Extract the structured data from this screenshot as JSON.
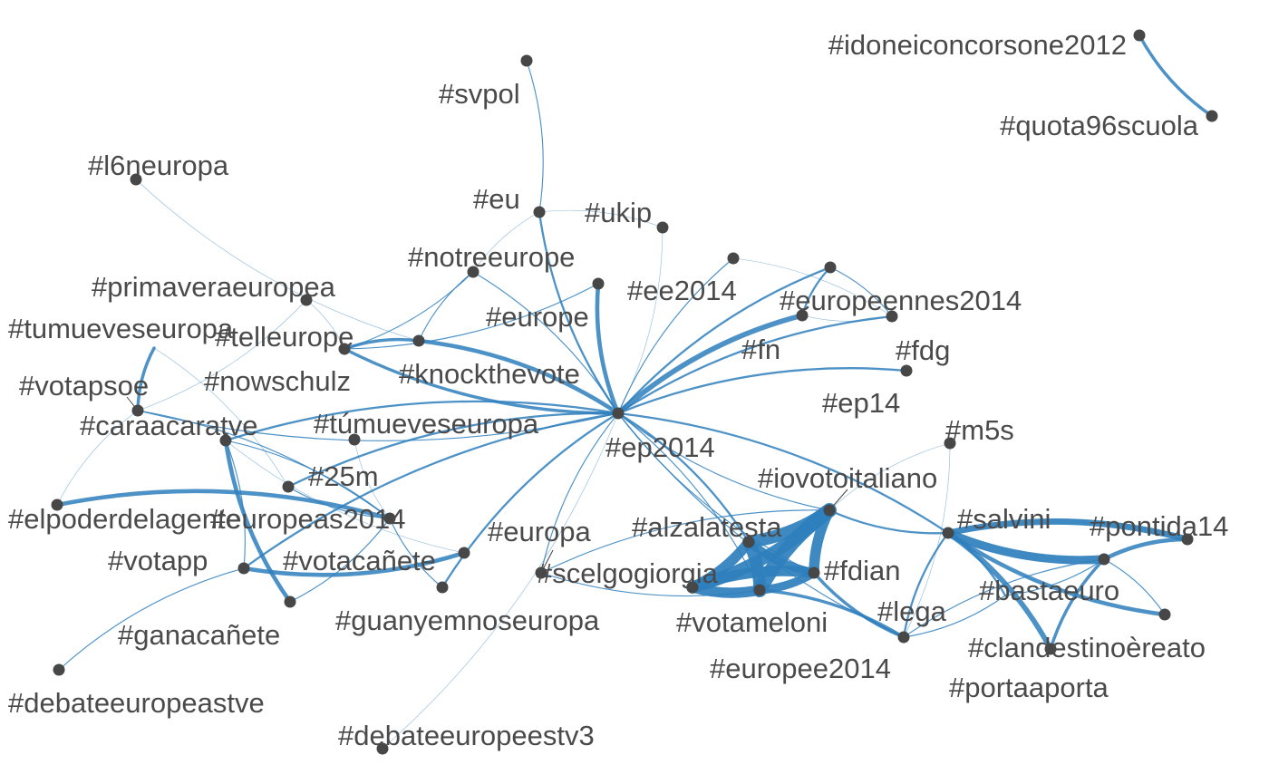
{
  "chart_data": {
    "type": "network",
    "title": "",
    "nodes": [
      {
        "id": "idoneiconcorsone2012",
        "label": "#idoneiconcorsone2012"
      },
      {
        "id": "quota96scuola",
        "label": "#quota96scuola"
      },
      {
        "id": "svpol",
        "label": "#svpol"
      },
      {
        "id": "l6neuropa",
        "label": "#l6neuropa"
      },
      {
        "id": "eu",
        "label": "#eu"
      },
      {
        "id": "ukip",
        "label": "#ukip"
      },
      {
        "id": "notreeurope",
        "label": "#notreeurope"
      },
      {
        "id": "primaveraeuropea",
        "label": "#primaveraeuropea"
      },
      {
        "id": "ee2014",
        "label": "#ee2014"
      },
      {
        "id": "europeennes2014",
        "label": "#europeennes2014"
      },
      {
        "id": "tumueveseuropa",
        "label": "#tumueveseuropa"
      },
      {
        "id": "telleurope",
        "label": "#telleurope"
      },
      {
        "id": "europe",
        "label": "#europe"
      },
      {
        "id": "fn",
        "label": "#fn"
      },
      {
        "id": "fdg",
        "label": "#fdg"
      },
      {
        "id": "knockthevote",
        "label": "#knockthevote"
      },
      {
        "id": "nowschulz",
        "label": "#nowschulz"
      },
      {
        "id": "votapsoe",
        "label": "#votapsoe"
      },
      {
        "id": "ep14",
        "label": "#ep14"
      },
      {
        "id": "caraacaratve",
        "label": "#caraacaratve"
      },
      {
        "id": "tumueveseuropa2",
        "label": "#túmueveseuropa"
      },
      {
        "id": "ep2014",
        "label": "#ep2014"
      },
      {
        "id": "m5s",
        "label": "#m5s"
      },
      {
        "id": "25m",
        "label": "#25m"
      },
      {
        "id": "iovotoitaliano",
        "label": "#iovotoitaliano"
      },
      {
        "id": "elpoderdelagente",
        "label": "#elpoderdelagente"
      },
      {
        "id": "europeas2014",
        "label": "#europeas2014"
      },
      {
        "id": "europa",
        "label": "#europa"
      },
      {
        "id": "alzalatesta",
        "label": "#alzalatesta"
      },
      {
        "id": "salvini",
        "label": "#salvini"
      },
      {
        "id": "pontida14",
        "label": "#pontida14"
      },
      {
        "id": "votapp",
        "label": "#votapp"
      },
      {
        "id": "votacanete",
        "label": "#votacañete"
      },
      {
        "id": "scelgogiorgia",
        "label": "#scelgogiorgia"
      },
      {
        "id": "fdian",
        "label": "#fdian"
      },
      {
        "id": "bastaeuro",
        "label": "#bastaeuro"
      },
      {
        "id": "lega",
        "label": "#lega"
      },
      {
        "id": "guanyemnoseuropa",
        "label": "#guanyemnoseuropa"
      },
      {
        "id": "votameloni",
        "label": "#votameloni"
      },
      {
        "id": "ganacanete",
        "label": "#ganacañete"
      },
      {
        "id": "clandestinoereato",
        "label": "#clandestinoèreato"
      },
      {
        "id": "europee2014",
        "label": "#europee2014"
      },
      {
        "id": "portaaporta",
        "label": "#portaaporta"
      },
      {
        "id": "debateeuropeastve",
        "label": "#debateeuropeastve"
      },
      {
        "id": "debateeuropeestv3",
        "label": "#debateeuropeestv3"
      }
    ],
    "edges": [
      {
        "source": "idoneiconcorsone2012",
        "target": "quota96scuola",
        "weight": 3
      },
      {
        "source": "svpol",
        "target": "eu",
        "weight": 1
      },
      {
        "source": "eu",
        "target": "ep2014",
        "weight": 2
      },
      {
        "source": "eu",
        "target": "ukip",
        "weight": 0.5
      },
      {
        "source": "eu",
        "target": "notreeurope",
        "weight": 0.5
      },
      {
        "source": "ukip",
        "target": "ep2014",
        "weight": 0.5
      },
      {
        "source": "l6neuropa",
        "target": "knockthevote",
        "weight": 0.5
      },
      {
        "source": "notreeurope",
        "target": "telleurope",
        "weight": 1
      },
      {
        "source": "notreeurope",
        "target": "knockthevote",
        "weight": 1
      },
      {
        "source": "notreeurope",
        "target": "ep2014",
        "weight": 1
      },
      {
        "source": "telleurope",
        "target": "ep2014",
        "weight": 3
      },
      {
        "source": "telleurope",
        "target": "knockthevote",
        "weight": 3
      },
      {
        "source": "telleurope",
        "target": "primaveraeuropea",
        "weight": 0.5
      },
      {
        "source": "knockthevote",
        "target": "ep2014",
        "weight": 4
      },
      {
        "source": "europe",
        "target": "ep2014",
        "weight": 4
      },
      {
        "source": "europe",
        "target": "telleurope",
        "weight": 1
      },
      {
        "source": "ee2014",
        "target": "ep2014",
        "weight": 1
      },
      {
        "source": "ee2014",
        "target": "fdg",
        "weight": 0.5
      },
      {
        "source": "fn",
        "target": "ep2014",
        "weight": 5
      },
      {
        "source": "fn",
        "target": "europeennes2014",
        "weight": 2
      },
      {
        "source": "europeennes2014",
        "target": "ep2014",
        "weight": 2
      },
      {
        "source": "europeennes2014",
        "target": "fdg",
        "weight": 1
      },
      {
        "source": "fdg",
        "target": "ep2014",
        "weight": 2
      },
      {
        "source": "fdg",
        "target": "fn",
        "weight": 0.5
      },
      {
        "source": "ep14",
        "target": "ep2014",
        "weight": 2
      },
      {
        "source": "primaveraeuropea",
        "target": "caraacaratve",
        "weight": 0.5
      },
      {
        "source": "votapsoe",
        "target": "caraacaratve",
        "weight": 3
      },
      {
        "source": "votapsoe",
        "target": "25m",
        "weight": 0.5
      },
      {
        "source": "caraacaratve",
        "target": "ep2014",
        "weight": 1
      },
      {
        "source": "caraacaratve",
        "target": "europeas2014",
        "weight": 1
      },
      {
        "source": "caraacaratve",
        "target": "elpoderdelagente",
        "weight": 0.5
      },
      {
        "source": "tumueveseuropa",
        "target": "ep2014",
        "weight": 2
      },
      {
        "source": "tumueveseuropa",
        "target": "ganacanete",
        "weight": 4
      },
      {
        "source": "tumueveseuropa",
        "target": "votapp",
        "weight": 1
      },
      {
        "source": "tumueveseuropa",
        "target": "votacanete",
        "weight": 0.5
      },
      {
        "source": "tumueveseuropa",
        "target": "europeas2014",
        "weight": 1
      },
      {
        "source": "tumueveseuropa2",
        "target": "europeas2014",
        "weight": 0.5
      },
      {
        "source": "25m",
        "target": "ep2014",
        "weight": 2
      },
      {
        "source": "25m",
        "target": "europeas2014",
        "weight": 1
      },
      {
        "source": "elpoderdelagente",
        "target": "europeas2014",
        "weight": 4
      },
      {
        "source": "europeas2014",
        "target": "guanyemnoseuropa",
        "weight": 1
      },
      {
        "source": "europeas2014",
        "target": "ganacanete",
        "weight": 1
      },
      {
        "source": "votapp",
        "target": "votacanete",
        "weight": 4
      },
      {
        "source": "votapp",
        "target": "ep2014",
        "weight": 2
      },
      {
        "source": "votapp",
        "target": "debateeuropeastve",
        "weight": 1
      },
      {
        "source": "guanyemnoseuropa",
        "target": "ep2014",
        "weight": 2
      },
      {
        "source": "debateeuropeestv3",
        "target": "ep2014",
        "weight": 0.5
      },
      {
        "source": "europa",
        "target": "ep2014",
        "weight": 1
      },
      {
        "source": "europa",
        "target": "votameloni",
        "weight": 1
      },
      {
        "source": "europa",
        "target": "iovotoitaliano",
        "weight": 1
      },
      {
        "source": "ep2014",
        "target": "iovotoitaliano",
        "weight": 1
      },
      {
        "source": "ep2014",
        "target": "alzalatesta",
        "weight": 2
      },
      {
        "source": "ep2014",
        "target": "fdian",
        "weight": 1
      },
      {
        "source": "ep2014",
        "target": "votameloni",
        "weight": 1
      },
      {
        "source": "ep2014",
        "target": "europee2014",
        "weight": 1
      },
      {
        "source": "ep2014",
        "target": "salvini",
        "weight": 2
      },
      {
        "source": "iovotoitaliano",
        "target": "salvini",
        "weight": 2
      },
      {
        "source": "iovotoitaliano",
        "target": "alzalatesta",
        "weight": 12
      },
      {
        "source": "iovotoitaliano",
        "target": "votameloni",
        "weight": 14
      },
      {
        "source": "iovotoitaliano",
        "target": "scelgogiorgia",
        "weight": 12
      },
      {
        "source": "iovotoitaliano",
        "target": "fdian",
        "weight": 10
      },
      {
        "source": "alzalatesta",
        "target": "votameloni",
        "weight": 12
      },
      {
        "source": "alzalatesta",
        "target": "fdian",
        "weight": 8
      },
      {
        "source": "alzalatesta",
        "target": "scelgogiorgia",
        "weight": 10
      },
      {
        "source": "scelgogiorgia",
        "target": "votameloni",
        "weight": 10
      },
      {
        "source": "scelgogiorgia",
        "target": "fdian",
        "weight": 10
      },
      {
        "source": "votameloni",
        "target": "fdian",
        "weight": 8
      },
      {
        "source": "votameloni",
        "target": "europee2014",
        "weight": 3
      },
      {
        "source": "fdian",
        "target": "europee2014",
        "weight": 3
      },
      {
        "source": "salvini",
        "target": "pontida14",
        "weight": 6
      },
      {
        "source": "salvini",
        "target": "bastaeuro",
        "weight": 8
      },
      {
        "source": "salvini",
        "target": "clandestinoereato",
        "weight": 5
      },
      {
        "source": "salvini",
        "target": "portaaporta",
        "weight": 4
      },
      {
        "source": "salvini",
        "target": "lega",
        "weight": 2
      },
      {
        "source": "salvini",
        "target": "europee2014",
        "weight": 2
      },
      {
        "source": "bastaeuro",
        "target": "pontida14",
        "weight": 4
      },
      {
        "source": "bastaeuro",
        "target": "clandestinoereato",
        "weight": 3
      },
      {
        "source": "bastaeuro",
        "target": "portaaporta",
        "weight": 1
      },
      {
        "source": "bastaeuro",
        "target": "europee2014",
        "weight": 1
      },
      {
        "source": "m5s",
        "target": "europee2014",
        "weight": 0.5
      },
      {
        "source": "m5s",
        "target": "iovotoitaliano",
        "weight": 0.5
      },
      {
        "source": "lega",
        "target": "europee2014",
        "weight": 1
      },
      {
        "source": "lega",
        "target": "bastaeuro",
        "weight": 1
      }
    ]
  }
}
